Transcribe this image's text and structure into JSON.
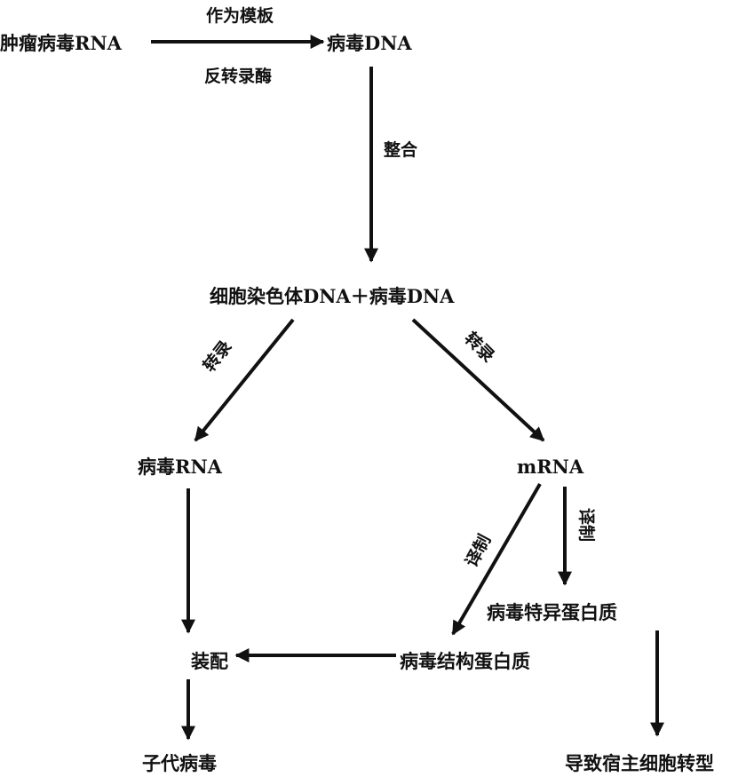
{
  "nodes": {
    "tumor_virus_rna": "肿瘤病毒RNA",
    "virus_dna": "病毒DNA",
    "integrated_dna": "细胞染色体DNA＋病毒DNA",
    "virus_rna": "病毒RNA",
    "mrna": "mRNA",
    "assembly": "装配",
    "progeny_virus": "子代病毒",
    "virus_structural_protein": "病毒结构蛋白质",
    "virus_specific_protein": "病毒特异蛋白质",
    "host_transformation": "导致宿主细胞转型"
  },
  "edges": {
    "template_label": "作为模板",
    "reverse_transcriptase_label": "反转录酶",
    "integration_label": "整合",
    "transcription_left": "转录",
    "transcription_right": "转录",
    "translation_left": "译制",
    "translation_right": "译制"
  }
}
